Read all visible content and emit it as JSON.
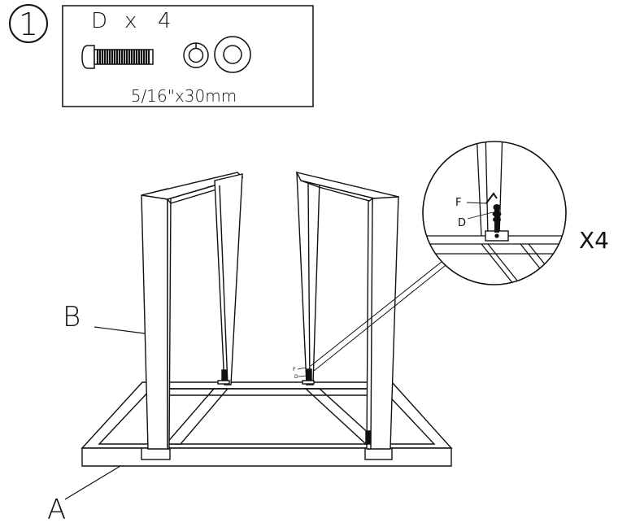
{
  "step": {
    "number": "1"
  },
  "parts_box": {
    "part_letter": "D",
    "multiplier": "x",
    "quantity": "4",
    "size_spec": "5/16\"x30mm"
  },
  "callouts": {
    "frame_label": "A",
    "leg_label": "B",
    "bolt_label": "D",
    "wrench_label": "F",
    "detail_label_bolt": "D",
    "detail_label_wrench": "F",
    "repeat_count": "X4"
  }
}
